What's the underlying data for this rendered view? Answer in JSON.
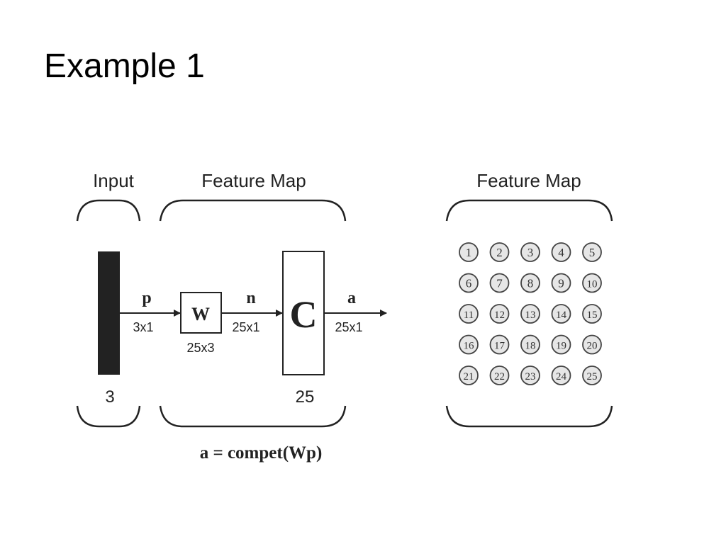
{
  "slide": {
    "title": "Example 1"
  },
  "diagram": {
    "left_panel": {
      "input_label": "Input",
      "feature_map_label": "Feature Map",
      "input_size": "3",
      "p_label": "p",
      "p_dims": "3x1",
      "w_label": "W",
      "w_dims": "25x3",
      "n_label": "n",
      "n_dims": "25x1",
      "c_label": "C",
      "c_size": "25",
      "a_label": "a",
      "a_dims": "25x1",
      "equation": "a = compet(Wp)"
    },
    "right_panel": {
      "feature_map_label": "Feature Map",
      "neurons": [
        "1",
        "2",
        "3",
        "4",
        "5",
        "6",
        "7",
        "8",
        "9",
        "10",
        "11",
        "12",
        "13",
        "14",
        "15",
        "16",
        "17",
        "18",
        "19",
        "20",
        "21",
        "22",
        "23",
        "24",
        "25"
      ]
    }
  }
}
